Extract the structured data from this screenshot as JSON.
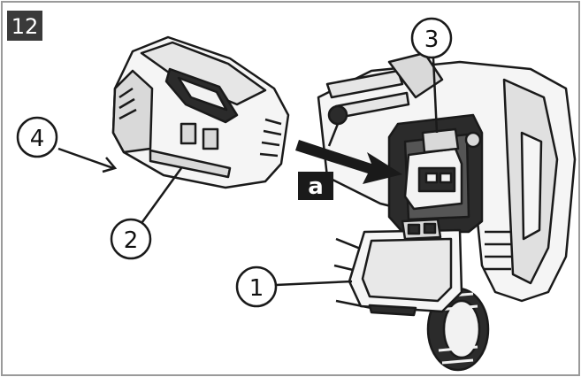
{
  "figure": {
    "step_number": "12",
    "arrow_label": "a",
    "callouts": [
      {
        "id": "callout-1",
        "text": "1"
      },
      {
        "id": "callout-2",
        "text": "2"
      },
      {
        "id": "callout-3",
        "text": "3"
      },
      {
        "id": "callout-4",
        "text": "4"
      }
    ]
  },
  "colors": {
    "line": "#1a1a1a",
    "step_badge_bg": "#3a3a3a",
    "label_bg": "#1a1a1a",
    "fill_light": "#f2f2f2",
    "fill_mid": "#d9d9d9",
    "fill_dark": "#2b2b2b"
  }
}
